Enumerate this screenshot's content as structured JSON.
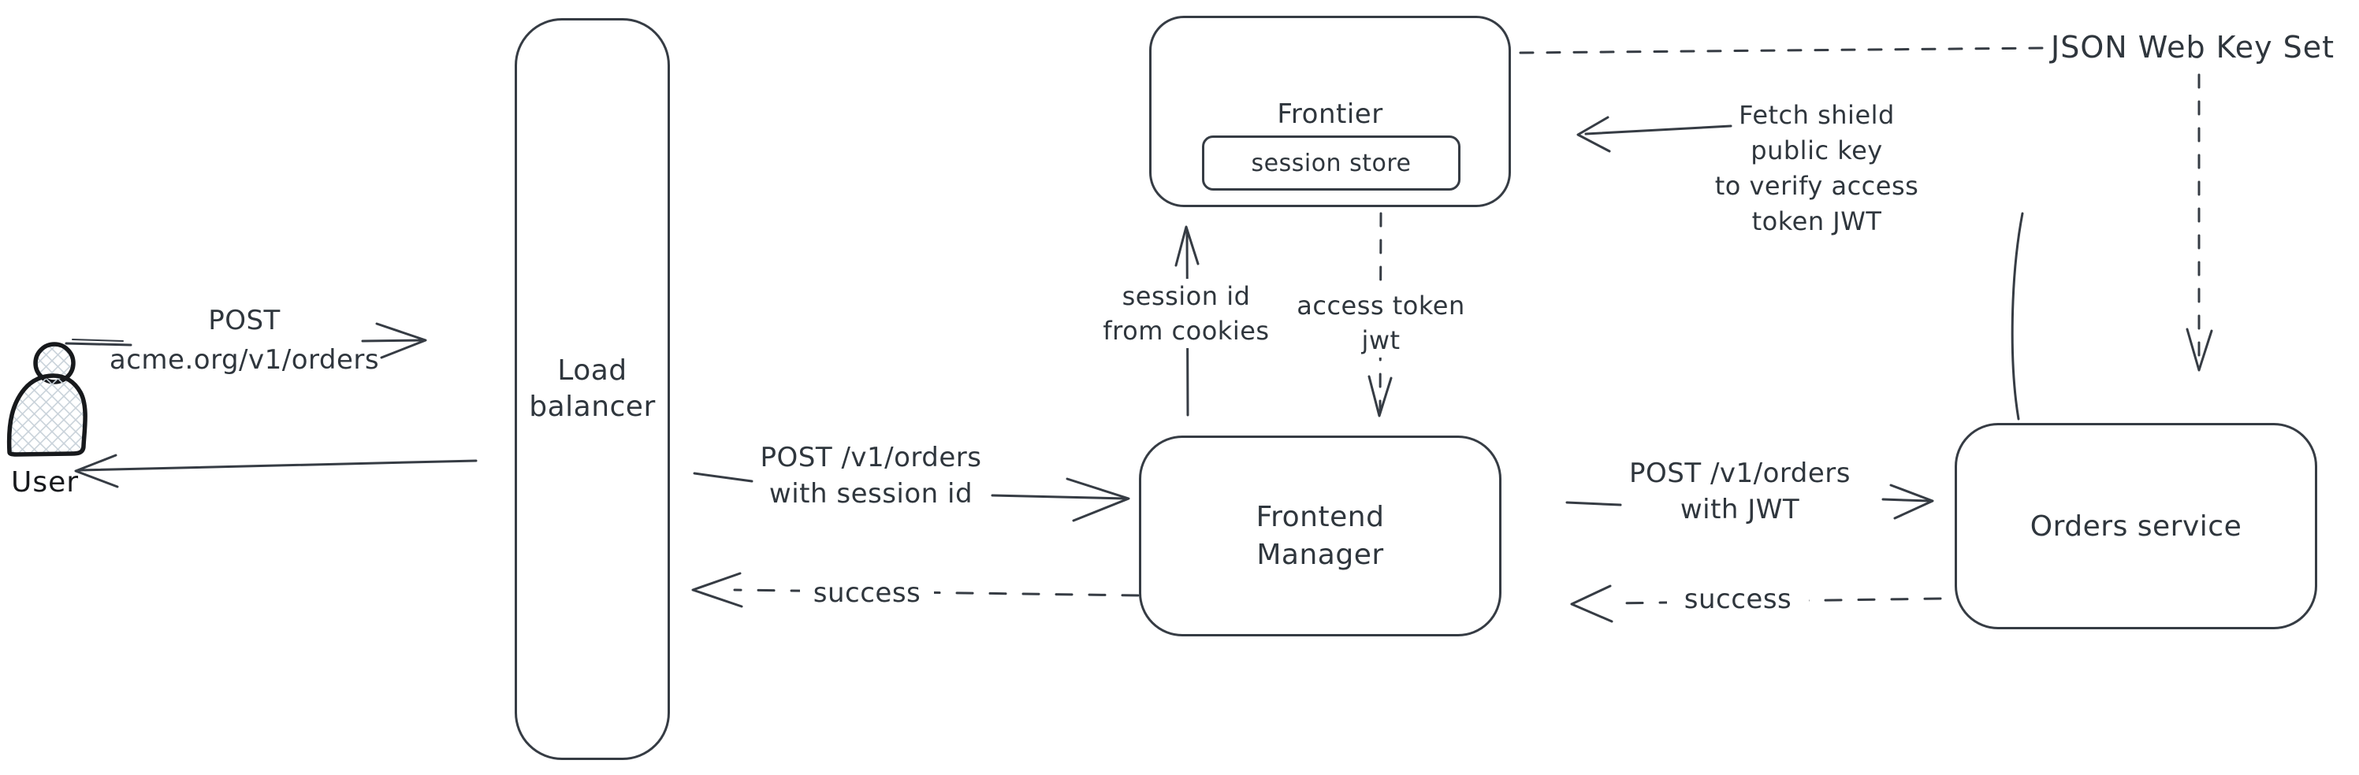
{
  "diagram": {
    "background": "#ffffff",
    "stroke_color": "#363c44",
    "text_color": "#2f363d",
    "person_color": "#17191c",
    "hatch_color": "#c9d2da"
  },
  "nodes": {
    "user": {
      "label": "User"
    },
    "load_balancer": {
      "lines": [
        "Load",
        "balancer"
      ]
    },
    "frontier": {
      "label": "Frontier"
    },
    "session_store": {
      "label": "session store"
    },
    "frontend_manager": {
      "lines": [
        "Frontend",
        "Manager"
      ]
    },
    "orders_service": {
      "label": "Orders service"
    }
  },
  "edges": {
    "user_to_lb": {
      "lines": [
        "POST",
        "acme.org/v1/orders"
      ]
    },
    "lb_to_fm": {
      "lines": [
        "POST /v1/orders",
        "with session id"
      ]
    },
    "fm_to_lb_success": {
      "label": "success"
    },
    "fm_to_orders": {
      "lines": [
        "POST /v1/orders",
        "with JWT"
      ]
    },
    "orders_to_fm_success": {
      "label": "success"
    },
    "fm_to_frontier": {
      "lines": [
        "session id",
        "from cookies"
      ]
    },
    "frontier_to_fm": {
      "lines": [
        "access token",
        "jwt"
      ]
    },
    "orders_to_frontier": {
      "lines": [
        "Fetch shield public key",
        "to verify access",
        "token JWT"
      ]
    },
    "frontier_to_jwks": {
      "label": "JSON Web Key Set"
    }
  }
}
